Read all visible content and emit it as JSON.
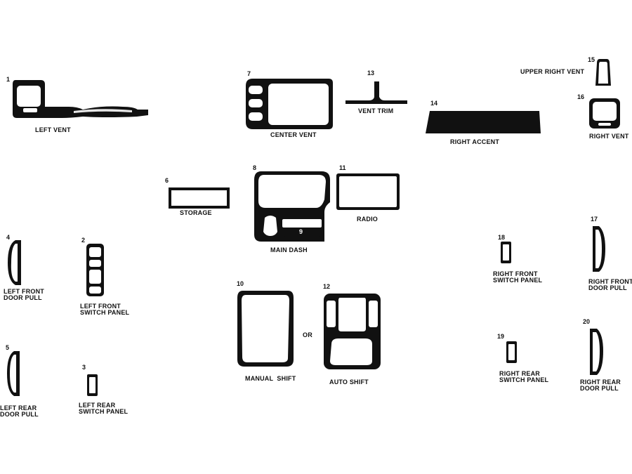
{
  "pieces": [
    {
      "id": "left-vent",
      "number": "1",
      "lines": [
        "LEFT VENT"
      ]
    },
    {
      "id": "left-front-switch-panel",
      "number": "2",
      "lines": [
        "LEFT FRONT",
        "SWITCH PANEL"
      ]
    },
    {
      "id": "left-rear-switch-panel",
      "number": "3",
      "lines": [
        "LEFT REAR",
        "SWITCH PANEL"
      ]
    },
    {
      "id": "left-front-door-pull",
      "number": "4",
      "lines": [
        "LEFT FRONT",
        "DOOR PULL"
      ]
    },
    {
      "id": "left-rear-door-pull",
      "number": "5",
      "lines": [
        "LEFT REAR",
        "DOOR PULL"
      ]
    },
    {
      "id": "storage",
      "number": "6",
      "lines": [
        "STORAGE"
      ]
    },
    {
      "id": "center-vent",
      "number": "7",
      "lines": [
        "CENTER VENT"
      ]
    },
    {
      "id": "main-dash",
      "number": "8",
      "lines": [
        "MAIN DASH"
      ]
    },
    {
      "id": "main-dash-insert",
      "number": "9",
      "lines": []
    },
    {
      "id": "manual-shift",
      "number": "10",
      "lines": [
        "MANUAL  SHIFT"
      ]
    },
    {
      "id": "radio",
      "number": "11",
      "lines": [
        "RADIO"
      ]
    },
    {
      "id": "auto-shift",
      "number": "12",
      "lines": [
        "AUTO SHIFT"
      ]
    },
    {
      "id": "vent-trim",
      "number": "13",
      "lines": [
        "VENT TRIM"
      ]
    },
    {
      "id": "right-accent",
      "number": "14",
      "lines": [
        "RIGHT ACCENT"
      ]
    },
    {
      "id": "upper-right-vent",
      "number": "15",
      "lines": [
        "UPPER RIGHT VENT"
      ]
    },
    {
      "id": "right-vent",
      "number": "16",
      "lines": [
        "RIGHT VENT"
      ]
    },
    {
      "id": "right-front-door-pull",
      "number": "17",
      "lines": [
        "RIGHT FRONT",
        "DOOR PULL"
      ]
    },
    {
      "id": "right-front-switch-panel",
      "number": "18",
      "lines": [
        "RIGHT FRONT",
        "SWITCH PANEL"
      ]
    },
    {
      "id": "right-rear-switch-panel",
      "number": "19",
      "lines": [
        "RIGHT REAR",
        "SWITCH PANEL"
      ]
    },
    {
      "id": "right-rear-door-pull",
      "number": "20",
      "lines": [
        "RIGHT REAR",
        "DOOR PULL"
      ]
    }
  ],
  "or_label": "OR",
  "colors": {
    "piece_fill": "#111111",
    "background": "#ffffff"
  }
}
